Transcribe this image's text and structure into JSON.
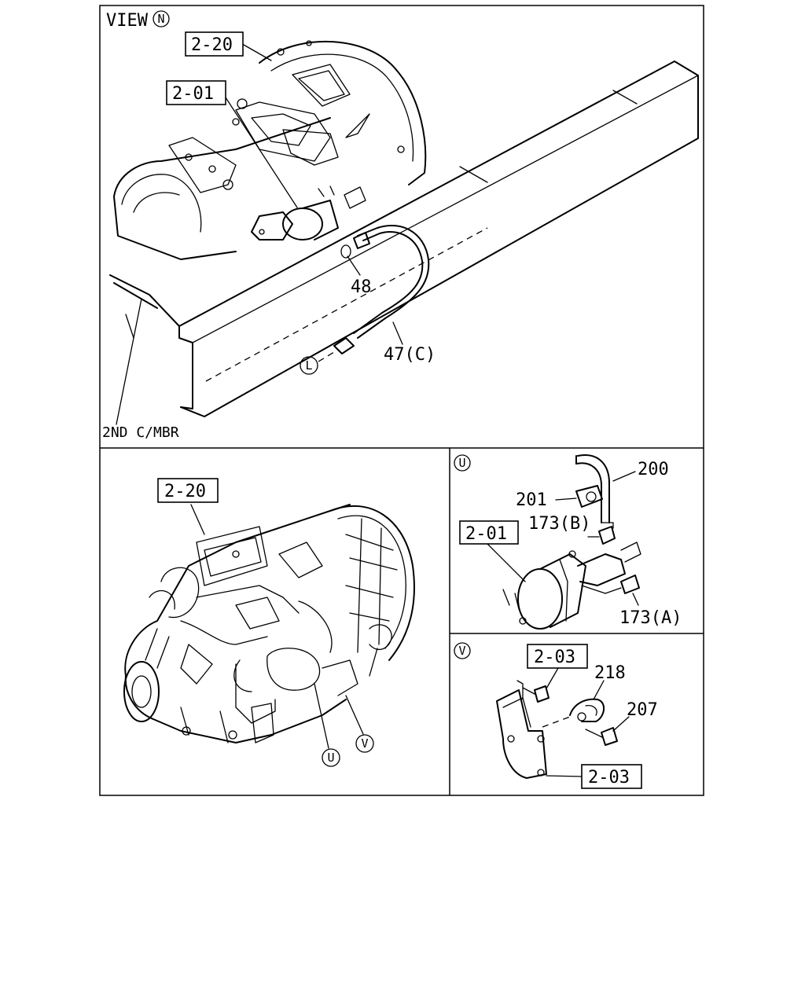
{
  "view_n": {
    "title": "VIEW",
    "title_marker": "N",
    "ref_2_20": "2-20",
    "ref_2_01": "2-01",
    "part_48": "48",
    "part_47c": "47(C)",
    "marker_l": "L",
    "member_label": "2ND C/MBR"
  },
  "overview": {
    "ref_2_20": "2-20",
    "marker_u": "U",
    "marker_v": "V"
  },
  "detail_u": {
    "marker": "U",
    "part_200": "200",
    "part_201": "201",
    "part_173b": "173(B)",
    "ref_2_01": "2-01",
    "part_173a": "173(A)"
  },
  "detail_v": {
    "marker": "V",
    "ref_2_03_top": "2-03",
    "part_218": "218",
    "part_207": "207",
    "ref_2_03_bottom": "2-03"
  }
}
